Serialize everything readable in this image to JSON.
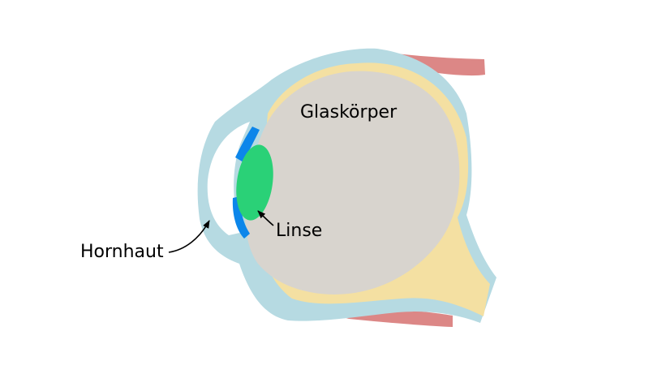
{
  "labels": {
    "vitreous": "Glaskörper",
    "lens": "Linse",
    "cornea": "Hornhaut"
  },
  "colors": {
    "sclera": "#b6dae2",
    "retina": "#f4e0a2",
    "vitreous": "#d8d4ce",
    "muscle": "#dc8786",
    "lens": "#2ad177",
    "iris": "#0c86ea",
    "aqueous": "#ffffff",
    "text": "#000000"
  }
}
